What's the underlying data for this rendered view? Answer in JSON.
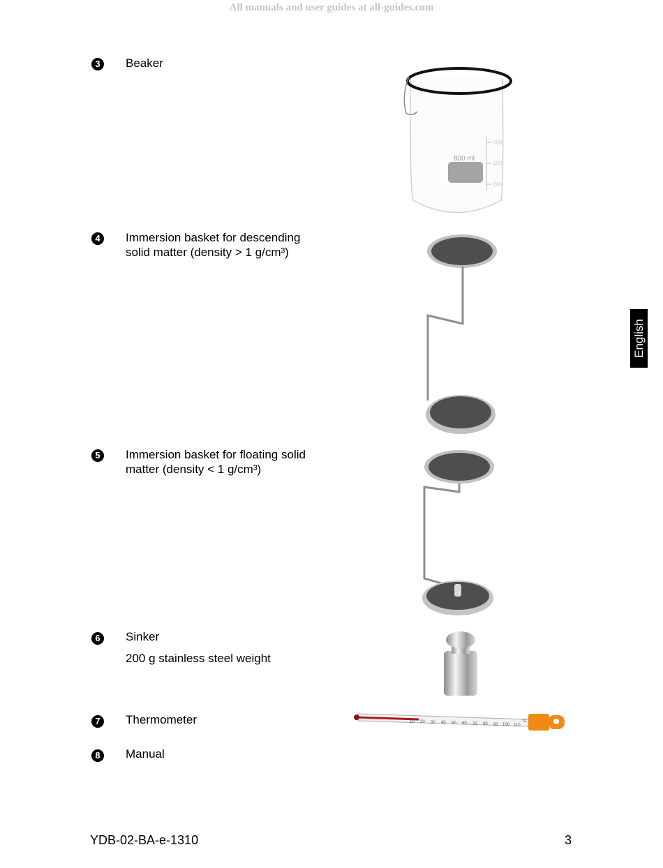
{
  "watermark": "All manuals and user guides at all-guides.com",
  "language_tab": "English",
  "items": [
    {
      "marker": "3",
      "title": "Beaker",
      "description": ""
    },
    {
      "marker": "4",
      "title": "Immersion basket for descending",
      "title_line2": "solid matter (density > 1 g/cm³)"
    },
    {
      "marker": "5",
      "title": "Immersion basket for floating solid",
      "title_line2": "matter (density < 1 g/cm³)"
    },
    {
      "marker": "6",
      "title": "Sinker",
      "description": "200 g stainless steel weight"
    },
    {
      "marker": "7",
      "title": "Thermometer"
    },
    {
      "marker": "8",
      "title": "Manual"
    }
  ],
  "beaker_label": "800 ml",
  "beaker_scale": [
    "600",
    "400",
    "200"
  ],
  "thermometer_scale": [
    "10",
    "20",
    "30",
    "40",
    "50",
    "60",
    "70",
    "80",
    "90",
    "100",
    "110"
  ],
  "thermometer_unit": "°C",
  "footer": {
    "doc_code": "YDB-02-BA-e-1310",
    "page_number": "3"
  }
}
